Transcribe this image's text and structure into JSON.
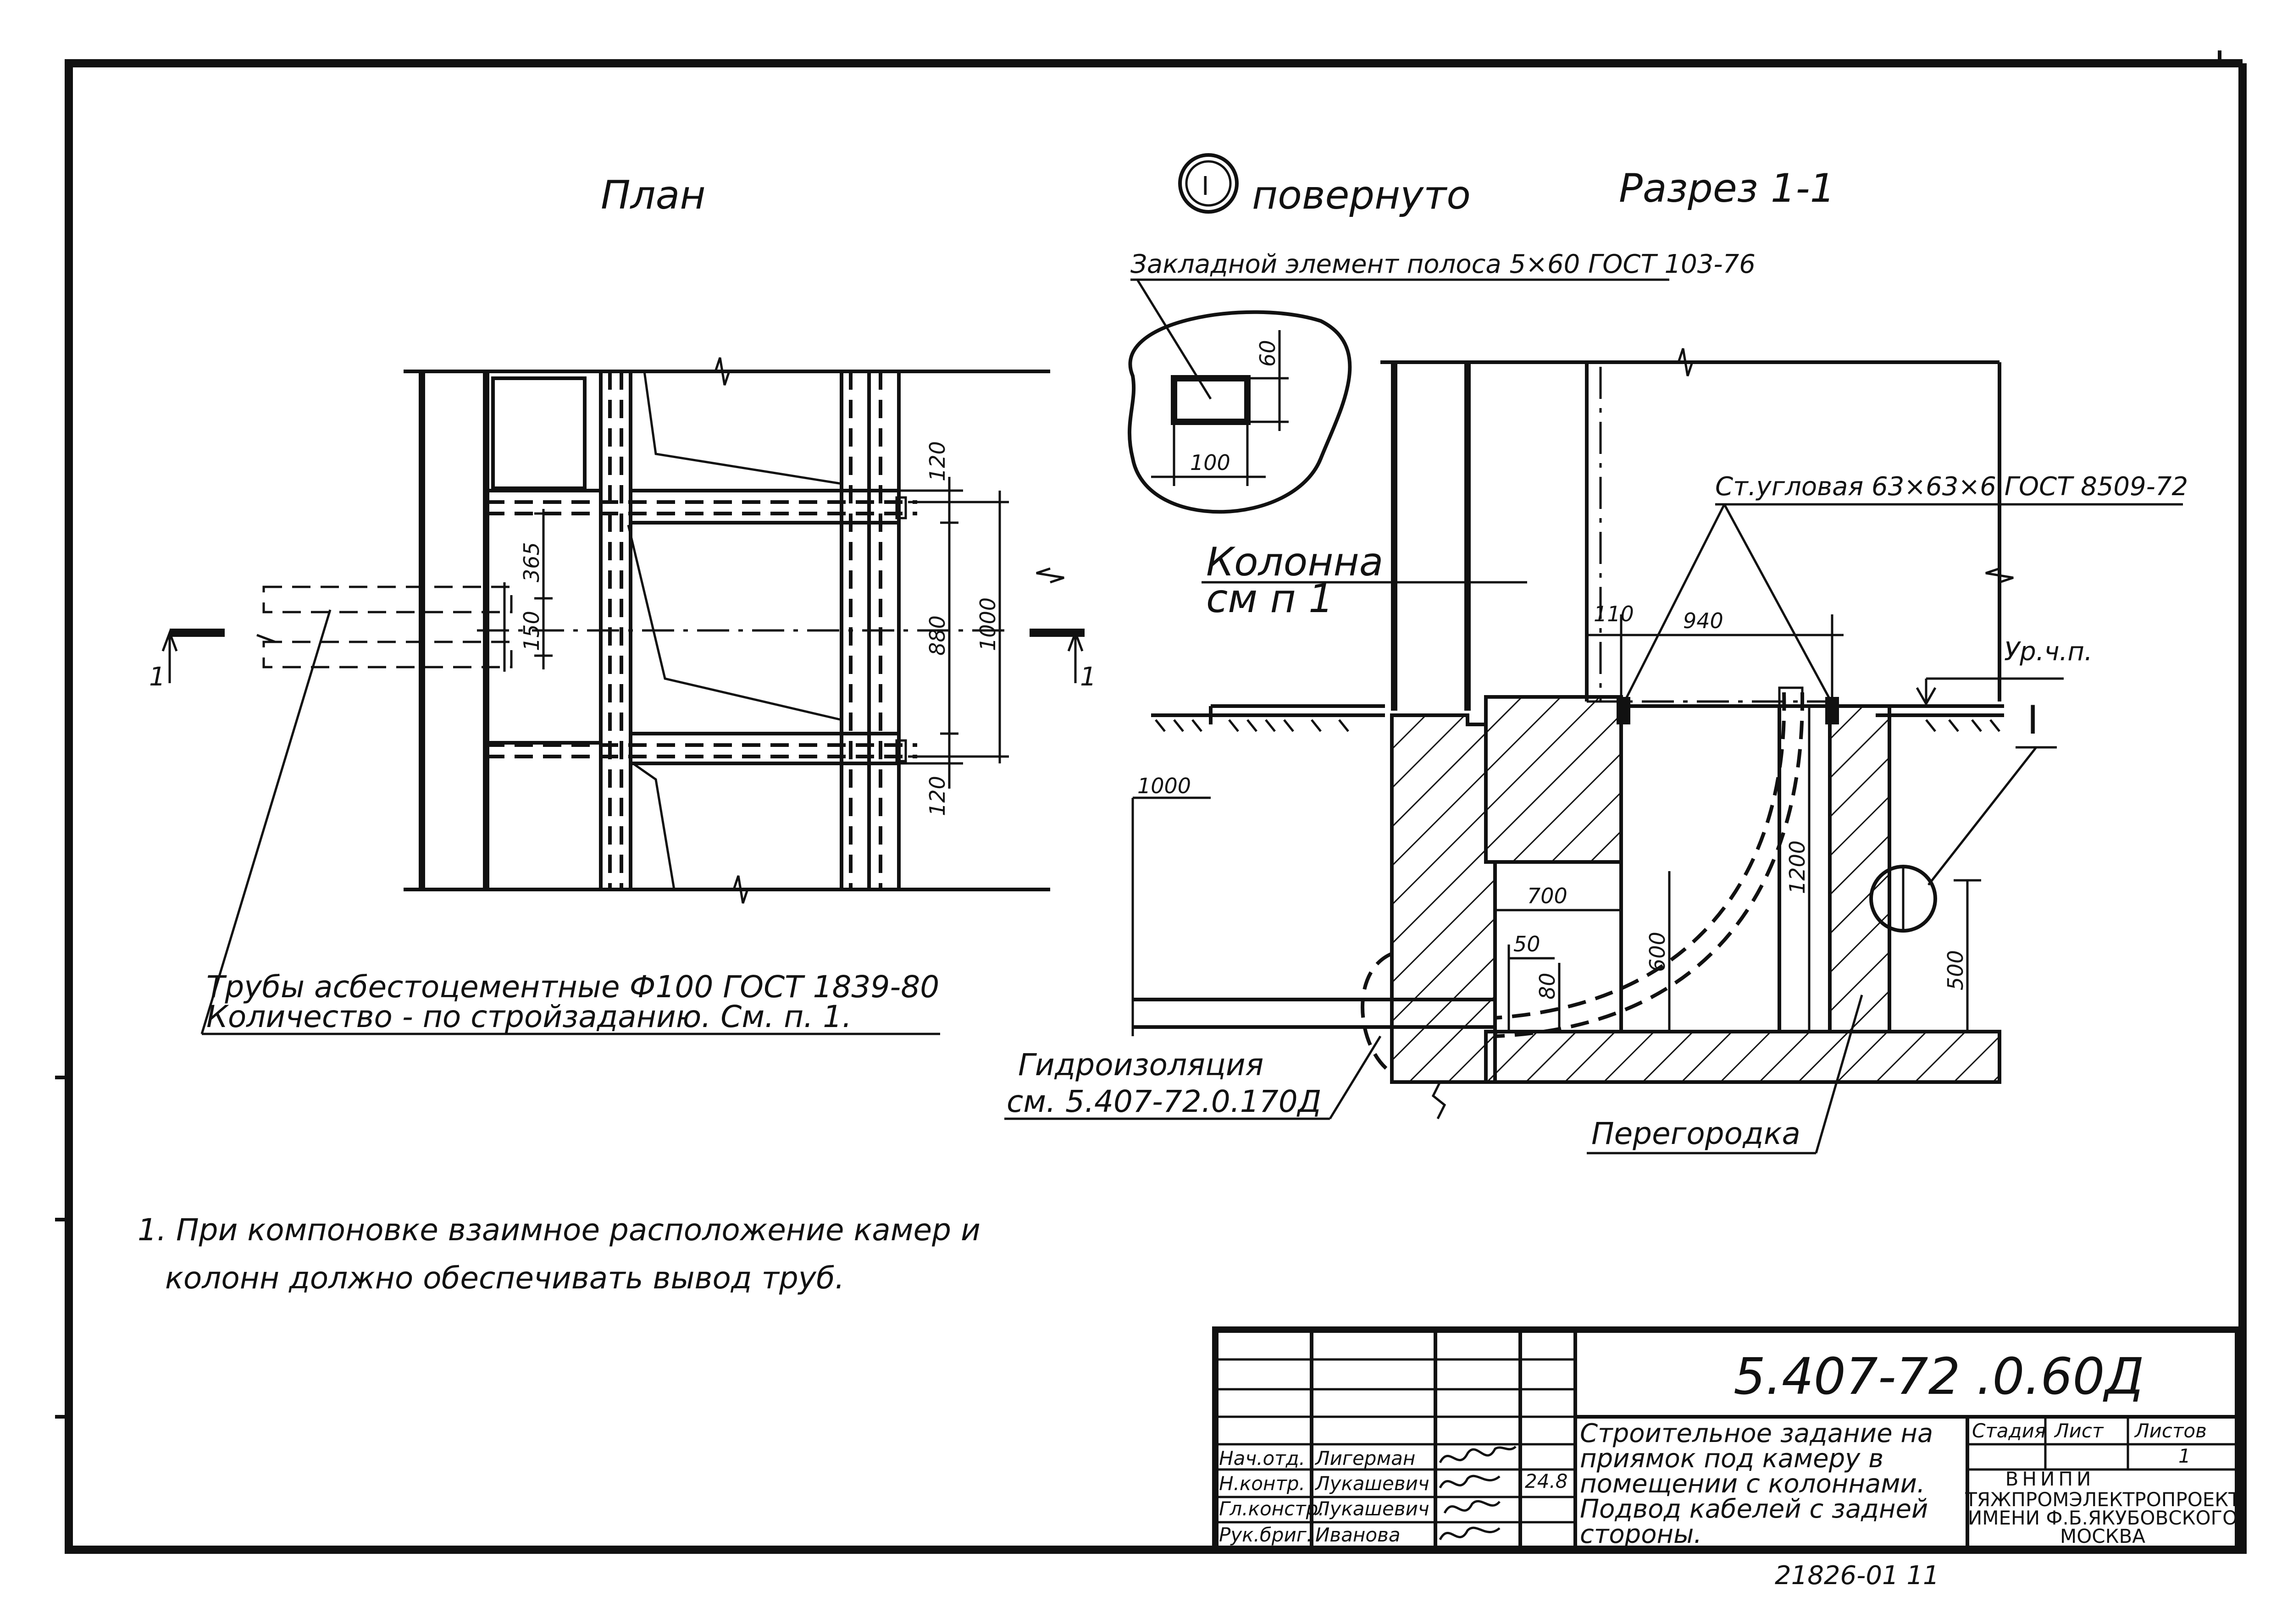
{
  "plan": {
    "title": "План",
    "section_mark": "1",
    "dims": {
      "d365": "365",
      "d150": "150",
      "d120_top": "120",
      "d880": "880",
      "d1000": "1000",
      "d120_bot": "120"
    },
    "pipes_note": {
      "line1": "Трубы асбестоцементные Ф100 ГОСТ 1839-80",
      "line2": "Количество - по стройзаданию. См. п. 1."
    }
  },
  "detail_marker": {
    "symbol": "I",
    "label": "повернуто"
  },
  "section": {
    "title": "Разрез 1-1",
    "embed_element": "Закладной элемент полоса 5×60 ГОСТ 103-76",
    "embed_dims": {
      "h": "60",
      "w": "100"
    },
    "angle_steel": "Ст.угловая 63×63×6 ГОСТ 8509-72",
    "column_label": {
      "line1": "Колонна",
      "line2": "см п 1"
    },
    "floor_level": "Ур.ч.п.",
    "detail_ref": "I",
    "dims": {
      "d110": "110",
      "d940": "940",
      "d1000": "1000",
      "d700": "700",
      "d50": "50",
      "d80": "80",
      "d600": "600",
      "d1200": "1200",
      "d500": "500"
    },
    "waterproofing": {
      "line1": "Гидроизоляция",
      "line2": "см. 5.407-72.0.170Д"
    },
    "partition": "Перегородка"
  },
  "notes": {
    "line1": "1. При компоновке взаимное расположение камер и",
    "line2": "колонн должно обеспечивать вывод труб."
  },
  "title_block": {
    "code": "5.407-72 .0.60Д",
    "description": [
      "Строительное задание на",
      "приямок под камеру в",
      "помещении с колоннами.",
      "Подвод кабелей с задней",
      "стороны."
    ],
    "headers": {
      "stage": "Стадия",
      "sheet": "Лист",
      "sheets": "Листов"
    },
    "sheets_value": "1",
    "org": [
      "ВНИПИ",
      "ТЯЖПРОМЭЛЕКТРОПРОЕКТ",
      "ИМЕНИ Ф.Б.ЯКУБОВСКОГО",
      "МОСКВА"
    ],
    "signers": [
      {
        "role": "Нач.отд.",
        "name": "Лигерман",
        "date": ""
      },
      {
        "role": "Н.контр.",
        "name": "Лукашевич",
        "date": "24.8"
      },
      {
        "role": "Гл.констр.",
        "name": "Лукашевич",
        "date": ""
      },
      {
        "role": "Рук.бриг.",
        "name": "Иванова",
        "date": ""
      }
    ]
  },
  "archive_number": "21826-01   11"
}
